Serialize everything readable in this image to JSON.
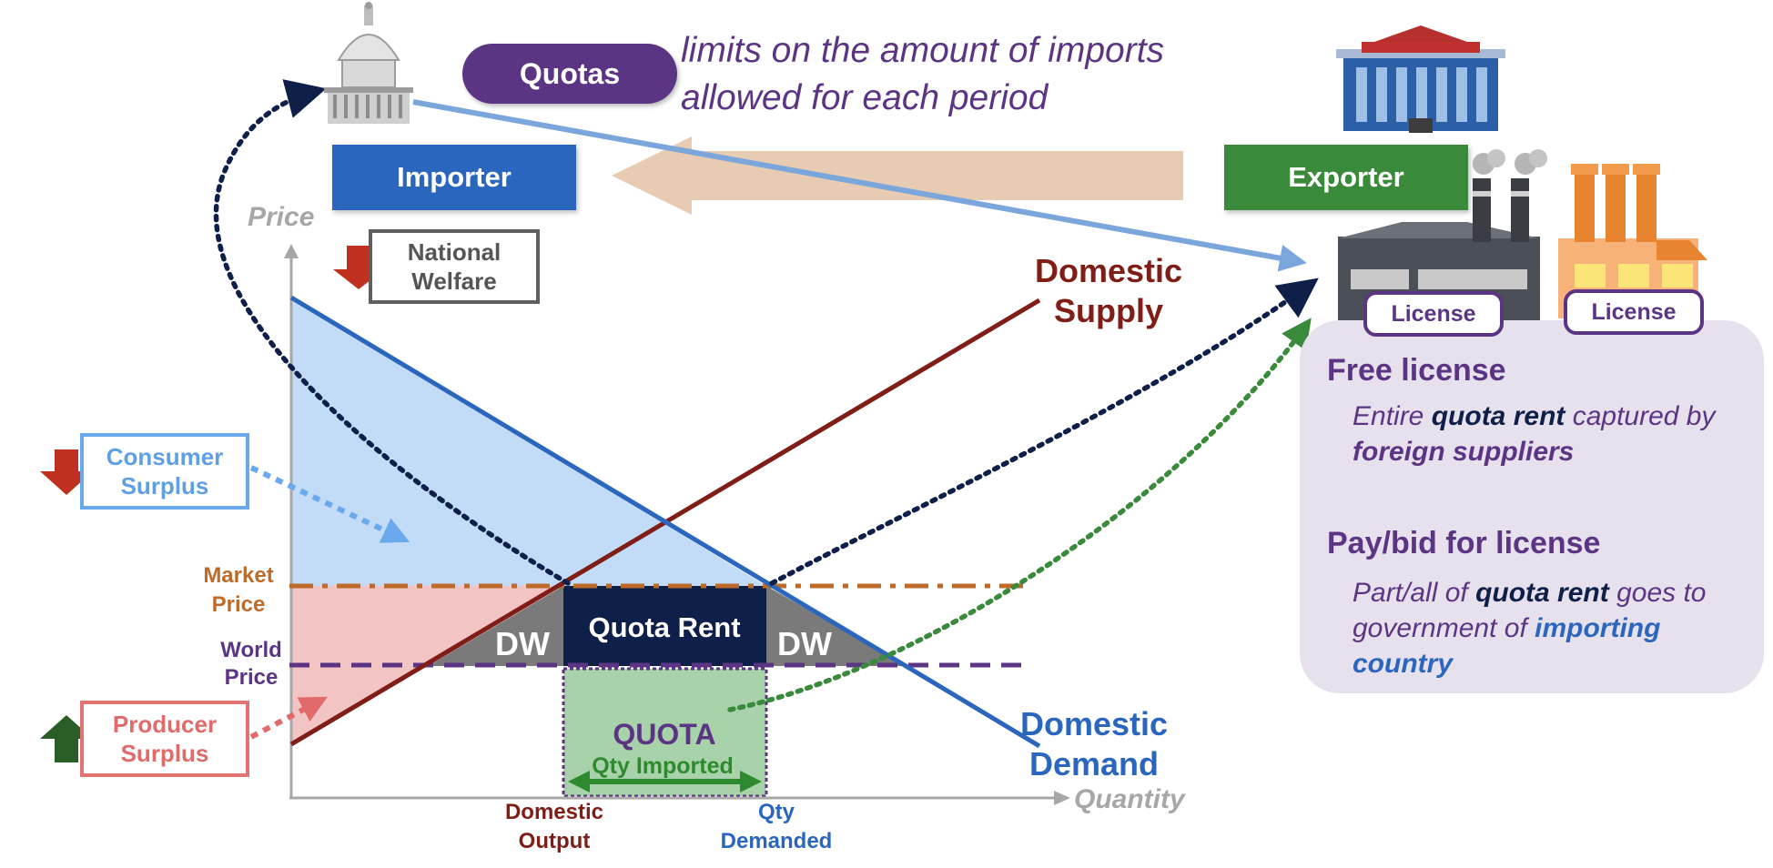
{
  "header": {
    "badge_label": "Quotas",
    "definition_line1": "limits on the amount of imports",
    "definition_line2": "allowed for each period"
  },
  "roles": {
    "importer_label": "Importer",
    "exporter_label": "Exporter"
  },
  "welfare": {
    "national_line1": "National",
    "national_line2": "Welfare",
    "consumer_line1": "Consumer",
    "consumer_line2": "Surplus",
    "producer_line1": "Producer",
    "producer_line2": "Surplus"
  },
  "graph": {
    "y_axis_label": "Price",
    "x_axis_label": "Quantity",
    "supply_line1": "Domestic",
    "supply_line2": "Supply",
    "demand_line1": "Domestic",
    "demand_line2": "Demand",
    "market_price_line1": "Market",
    "market_price_line2": "Price",
    "world_price_line1": "World",
    "world_price_line2": "Price",
    "deadweight_left": "DW",
    "deadweight_right": "DW",
    "quota_rent_label": "Quota Rent",
    "quota_label": "QUOTA",
    "qty_imported_label": "Qty Imported",
    "domestic_output_line1": "Domestic",
    "domestic_output_line2": "Output",
    "qty_demanded_line1": "Qty",
    "qty_demanded_line2": "Demanded"
  },
  "licenses": {
    "license_1": "License",
    "license_2": "License"
  },
  "panel": {
    "free_heading": "Free license",
    "free_text_1": "Entire ",
    "free_text_key1": "quota rent",
    "free_text_2": " captured by ",
    "free_text_key2": "foreign suppliers",
    "pay_heading": "Pay/bid for license",
    "pay_text_1": "Part/all of ",
    "pay_text_key1": "quota rent",
    "pay_text_2": " goes to government of ",
    "pay_text_key2": "importing country"
  },
  "colors": {
    "purple": "#5b3583",
    "importer_blue": "#2b66be",
    "exporter_green": "#3a8a3b",
    "supply_red": "#7f1d16",
    "demand_blue": "#2b66be",
    "market_orange": "#bd6b2a",
    "navy": "#0e1f4a",
    "consumer_fill": "#c2dcf7",
    "producer_fill": "#f2c4c4",
    "deadweight_gray": "#7a7a7a",
    "quota_green": "#a8d2a9"
  },
  "icons": [
    "capitol-icon",
    "embassy-building-icon",
    "factory-icon",
    "factory-orange-icon",
    "down-arrow-icon",
    "up-arrow-icon"
  ]
}
